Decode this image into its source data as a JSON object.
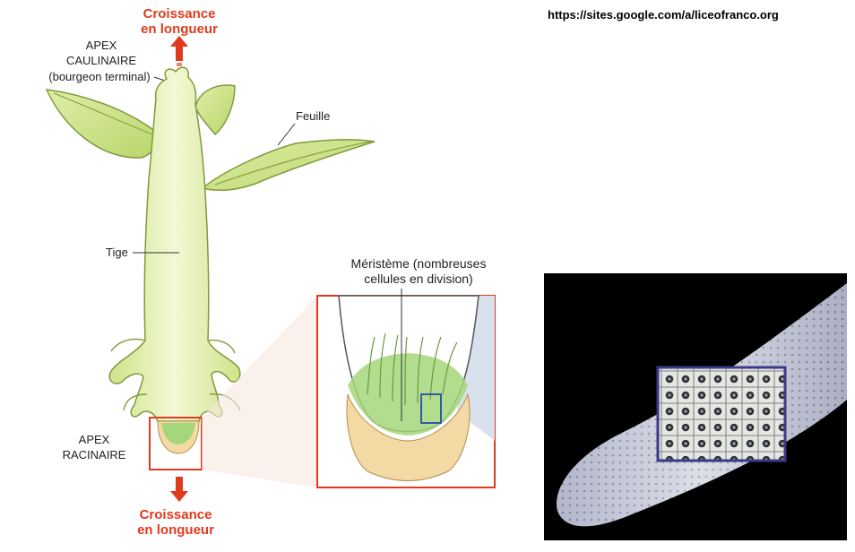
{
  "source_url": "https://sites.google.com/a/liceofranco.org",
  "growth_top": {
    "line1": "Croissance",
    "line2": "en longueur"
  },
  "growth_bottom": {
    "line1": "Croissance",
    "line2": "en longueur"
  },
  "apex_caulinaire": {
    "line1": "APEX",
    "line2": "CAULINAIRE",
    "line3": "(bourgeon terminal)"
  },
  "leaf_label": "Feuille",
  "stem_label": "Tige",
  "apex_racinaire": {
    "line1": "APEX",
    "line2": "RACINAIRE"
  },
  "meristem": {
    "line1": "Méristème (nombreuses",
    "line2": "cellules en division)"
  },
  "colors": {
    "accent_red": "#e03a1e",
    "plant_green": "#d8ea9c",
    "plant_stroke": "#7f9a3c",
    "meristem_green": "#a5d77a",
    "root_cap": "#f3d9a4",
    "micro_bg": "#000000",
    "micro_frame": "#3b3a8a"
  }
}
